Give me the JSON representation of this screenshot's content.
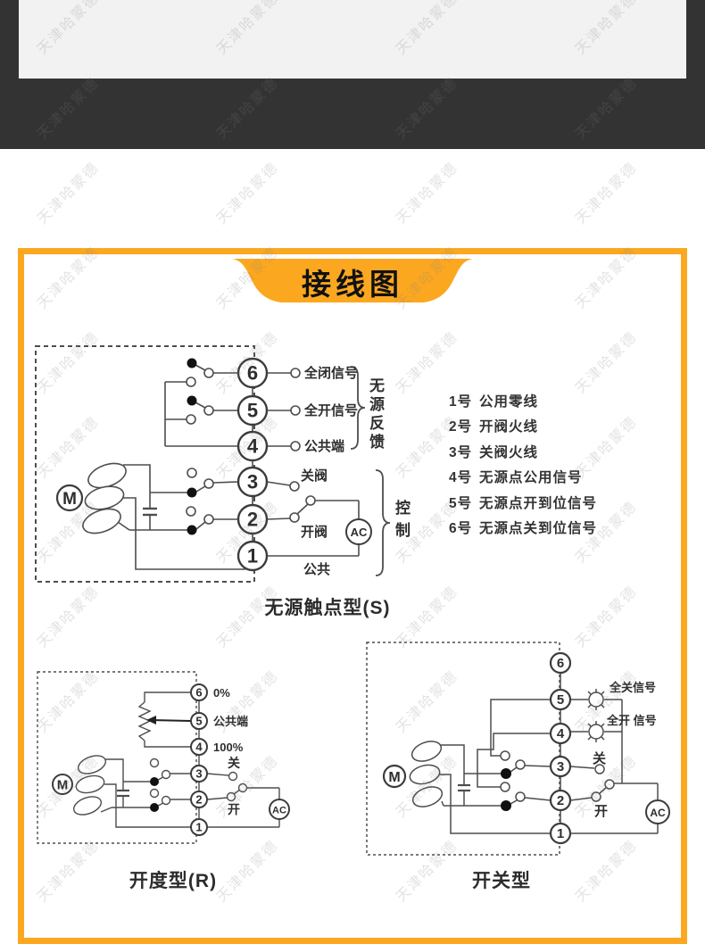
{
  "watermark": {
    "text": "天津哈蒙德"
  },
  "banner": {
    "title": "接线图"
  },
  "colors": {
    "accent_orange": "#FBA820",
    "dark_band": "#333333",
    "panel_gray": "#F2F2F2",
    "ink": "#4A4A4A"
  },
  "diagram_s": {
    "caption": "无源触点型(S)",
    "motor_label": "M",
    "ac_label": "AC",
    "terminals": [
      "6",
      "5",
      "4",
      "3",
      "2",
      "1"
    ],
    "labels": {
      "t6": "全闭信号",
      "t5": "全开信号",
      "t4": "公共端",
      "t3": "关阀",
      "t2": "开阀",
      "t1": "公共",
      "feedback_group": "无源反馈",
      "control_group": "控制"
    }
  },
  "legend": {
    "items": [
      {
        "num": "1号",
        "text": "公用零线"
      },
      {
        "num": "2号",
        "text": "开阀火线"
      },
      {
        "num": "3号",
        "text": "关阀火线"
      },
      {
        "num": "4号",
        "text": "无源点公用信号"
      },
      {
        "num": "5号",
        "text": "无源点开到位信号"
      },
      {
        "num": "6号",
        "text": "无源点关到位信号"
      }
    ]
  },
  "diagram_r": {
    "caption": "开度型(R)",
    "motor_label": "M",
    "ac_label": "AC",
    "terminals": [
      "6",
      "5",
      "4",
      "3",
      "2",
      "1"
    ],
    "labels": {
      "t6": "0%",
      "t5": "公共端",
      "t4": "100%",
      "t3": "关",
      "t2": "开"
    }
  },
  "diagram_k": {
    "caption": "开关型",
    "motor_label": "M",
    "ac_label": "AC",
    "terminals": [
      "6",
      "5",
      "4",
      "3",
      "2",
      "1"
    ],
    "labels": {
      "t5": "全关信号",
      "t4": "全开 信号",
      "t3": "关",
      "t2": "开"
    }
  }
}
